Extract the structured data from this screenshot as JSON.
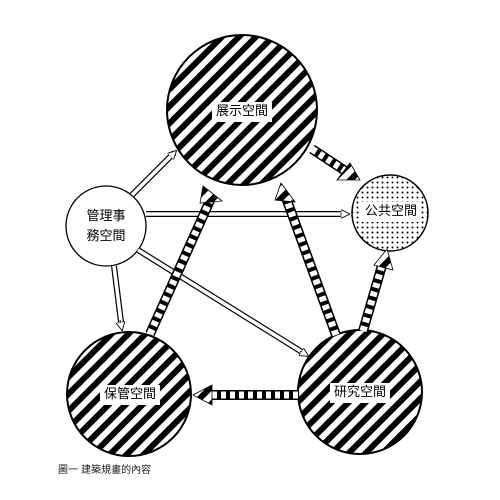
{
  "nodes": {
    "exhibition": "展示空間",
    "public": "公共空間",
    "management_line1": "管理事",
    "management_line2": "務空間",
    "storage": "保管空間",
    "research": "研究空間"
  },
  "caption": "圖一 建築規畫的內容"
}
